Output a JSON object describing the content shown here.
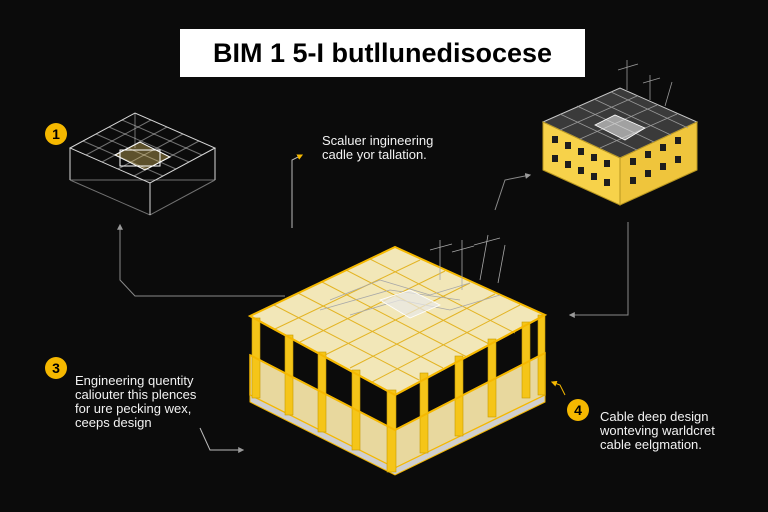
{
  "title": "BIM 1 5-I butllunedisocese",
  "steps": [
    {
      "number": "1"
    },
    {
      "number": "3",
      "lines": [
        "Engineering quentity",
        "caliouter this plences",
        "for ure pecking wex,",
        "ceeps design"
      ]
    },
    {
      "number": "4",
      "lines": [
        "Cable deep design",
        "wonteving warldcret",
        "cable eelgmation."
      ]
    }
  ],
  "top_caption": {
    "lines": [
      "Scaluer ingineering",
      "cadle yor tallation."
    ]
  },
  "colors": {
    "background": "#0b0b0b",
    "accent": "#f5b800",
    "structure": "#f7d24a",
    "wire": "#d8d8d8",
    "text": "#f2f2f2"
  }
}
